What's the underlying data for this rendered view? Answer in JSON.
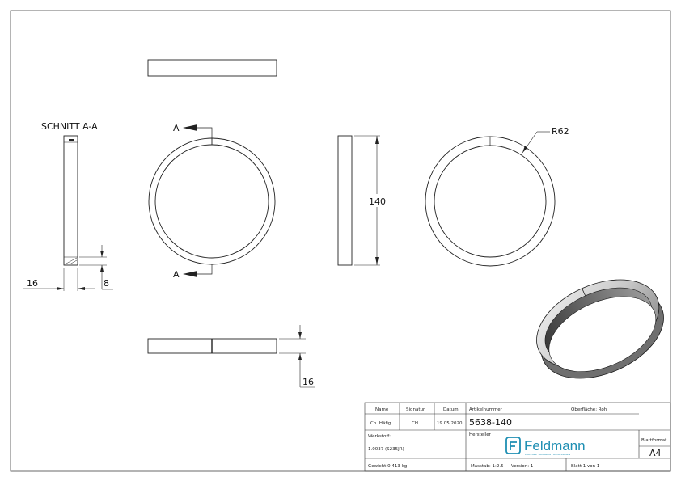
{
  "drawing": {
    "section_label": "SCHNITT A-A",
    "view_marker": "A",
    "dim_diameter": "140",
    "dim_radius": "R62",
    "dim_section_width": "16",
    "dim_section_thickness": "8",
    "dim_bottom_height": "16"
  },
  "title_block": {
    "col_name": "Name",
    "col_signatur": "Signatur",
    "col_datum": "Datum",
    "name": "Ch. Häfig",
    "signatur": "CH",
    "datum": "19.05.2020",
    "artikel_label": "Artikelnummer",
    "artikel_value": "5638-140",
    "oberflaeche": "Oberfläche:  Roh",
    "werkstoff_label": "Werkstoff:",
    "werkstoff_value": "1.0037 (S235JR)",
    "hersteller_label": "Hersteller",
    "brand_name": "Feldmann",
    "brand_tagline": "EDELSTAHL · ALUMINIUM · SCHMIEDEEISEN",
    "blattformat_label": "Blattformat",
    "blattformat_value": "A4",
    "gewicht": "Gewicht 0.413 kg",
    "massstab": "Masstab: 1:2.5",
    "version": "Version: 1",
    "blatt": "Blatt 1 von 1"
  },
  "colors": {
    "line": "#222222",
    "brand": "#1f8fb3"
  }
}
